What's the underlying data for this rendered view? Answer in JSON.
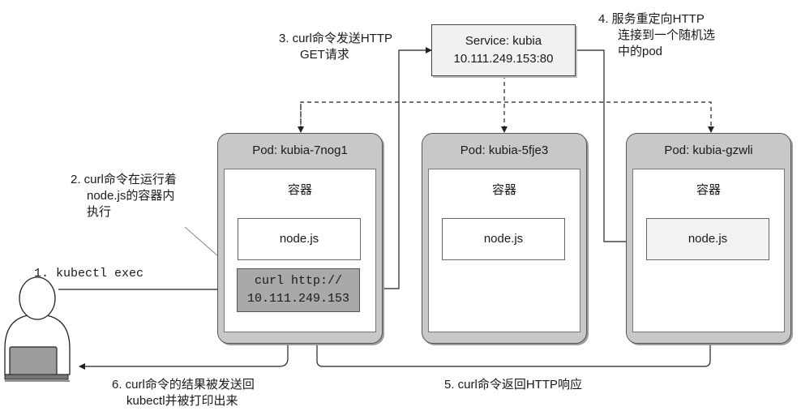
{
  "service": {
    "name": "Service: kubia",
    "ip": "10.111.249.153:80"
  },
  "pods": [
    {
      "title": "Pod: kubia-7nog1",
      "container_label": "容器",
      "node_label": "node.js"
    },
    {
      "title": "Pod: kubia-5fje3",
      "container_label": "容器",
      "node_label": "node.js"
    },
    {
      "title": "Pod: kubia-gzwli",
      "container_label": "容器",
      "node_label": "node.js"
    }
  ],
  "curl_box": {
    "line1": "curl http://",
    "line2": "10.111.249.153"
  },
  "steps": {
    "step1": "1. kubectl exec",
    "step2": [
      "2. curl命令在运行着",
      "node.js的容器内",
      "执行"
    ],
    "step3": [
      "3. curl命令发送HTTP",
      "GET请求"
    ],
    "step4": [
      "4. 服务重定向HTTP",
      "连接到一个随机选",
      "中的pod"
    ],
    "step5": "5. curl命令返回HTTP响应",
    "step6": [
      "6. curl命令的结果被发送回",
      "kubectl并被打印出来"
    ]
  },
  "colors": {
    "pod_fill": "#c8c8c8",
    "curl_fill": "#a9a9a9",
    "service_fill": "#f1f1f1",
    "line": "#222222"
  }
}
